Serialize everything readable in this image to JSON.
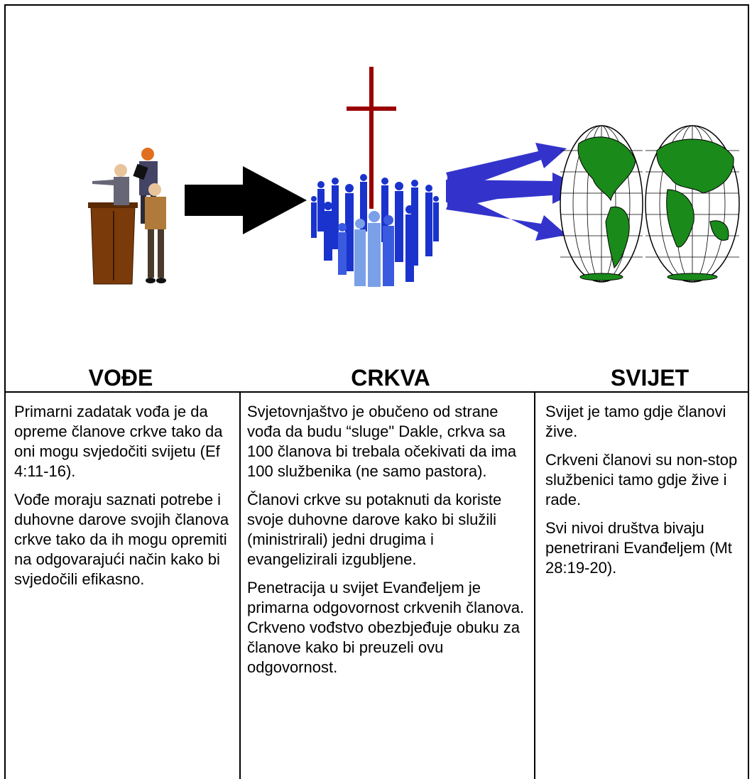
{
  "headings": {
    "leaders": "VOĐE",
    "church": "CRKVA",
    "world": "SVIJET"
  },
  "columns": {
    "leaders": [
      "Primarni zadatak vođa je da opreme članove crkve tako da oni mogu svjedočiti svijetu (Ef 4:11-16).",
      "Vođe moraju saznati potrebe i duhovne darove svojih članova crkve tako da ih mogu opremiti na odgovarajući način kako bi svjedočili efikasno."
    ],
    "church": [
      "Svjetovnjaštvo je obučeno od strane vođa da budu “sluge\" Dakle, crkva sa 100 članova bi trebala očekivati da ima 100 službenika (ne samo pastora).",
      "Članovi crkve su potaknuti da koriste svoje duhovne darove kako bi služili (ministrirali) jedni drugima i evangelizirali izgubljene.",
      "Penetracija u svijet Evanđeljem je primarna odgovornost crkvenih članova. Crkveno vođstvo  obezbjeđuje obuku za članove kako bi preuzeli ovu odgovornost."
    ],
    "world": [
      "Svijet je tamo gdje članovi žive.",
      "Crkveni članovi su non-stop službenici tamo gdje žive i rade.",
      "Svi nivoi društva bivaju penetrirani Evanđeljem (Mt 28:19-20)."
    ]
  },
  "colors": {
    "arrow_black": "#000000",
    "arrow_blue": "#3333cc",
    "cross": "#990000",
    "crowd": "#1a33cc",
    "land": "#1a8a1a",
    "podium": "#7a3a0a"
  }
}
